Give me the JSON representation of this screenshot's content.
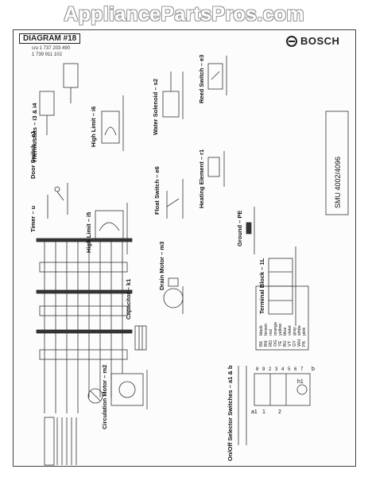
{
  "watermark": "AppliancePartsPros.com",
  "header": {
    "diagram_title": "DIAGRAM #18",
    "code_line1": "c/u 1 737 203 490",
    "code_line2": "1 739 911 102",
    "brand": "BOSCH",
    "model_code": "SMU 4002/4096"
  },
  "components": {
    "timer": "Timer – u",
    "door_switch": "Door Switch – e1",
    "high_limit_i5": "High Limit – i5",
    "capacitor": "Capacitor – k1",
    "drain_motor": "Drain Motor – m3",
    "circulation_motor": "Circulation Motor – m2",
    "selector_switches": "On/Off Selector Switches – a1 & b",
    "terminal_block": "Terminal Block – 1L",
    "float_switch": "Float Switch – e6",
    "heating_element": "Heating Element – r1",
    "ground": "Ground – PE",
    "thermostats": "Thermostats – i3 & i4",
    "high_limit_i6": "High Limit – i6",
    "water_solenoid": "Water Solenoid – s2",
    "reed_switch": "Reed Switch – e3"
  },
  "color_legend": [
    {
      "code": "BK",
      "name": "black"
    },
    {
      "code": "BN",
      "name": "brown"
    },
    {
      "code": "RD",
      "name": "red"
    },
    {
      "code": "OG",
      "name": "orange"
    },
    {
      "code": "YE",
      "name": "yellow"
    },
    {
      "code": "BU",
      "name": "blue"
    },
    {
      "code": "VT",
      "name": "violet"
    },
    {
      "code": "GY",
      "name": "gray"
    },
    {
      "code": "WH",
      "name": "white"
    },
    {
      "code": "PK",
      "name": "pink"
    }
  ],
  "terminal_labels": {
    "lead_labels": [
      "8",
      "9",
      "2",
      "3",
      "4",
      "5",
      "6",
      "7"
    ],
    "selector_labels": [
      "a1",
      "b",
      "h1",
      "1",
      "2"
    ]
  },
  "colors": {
    "ink": "#222222",
    "watermark": "#ffffff"
  }
}
